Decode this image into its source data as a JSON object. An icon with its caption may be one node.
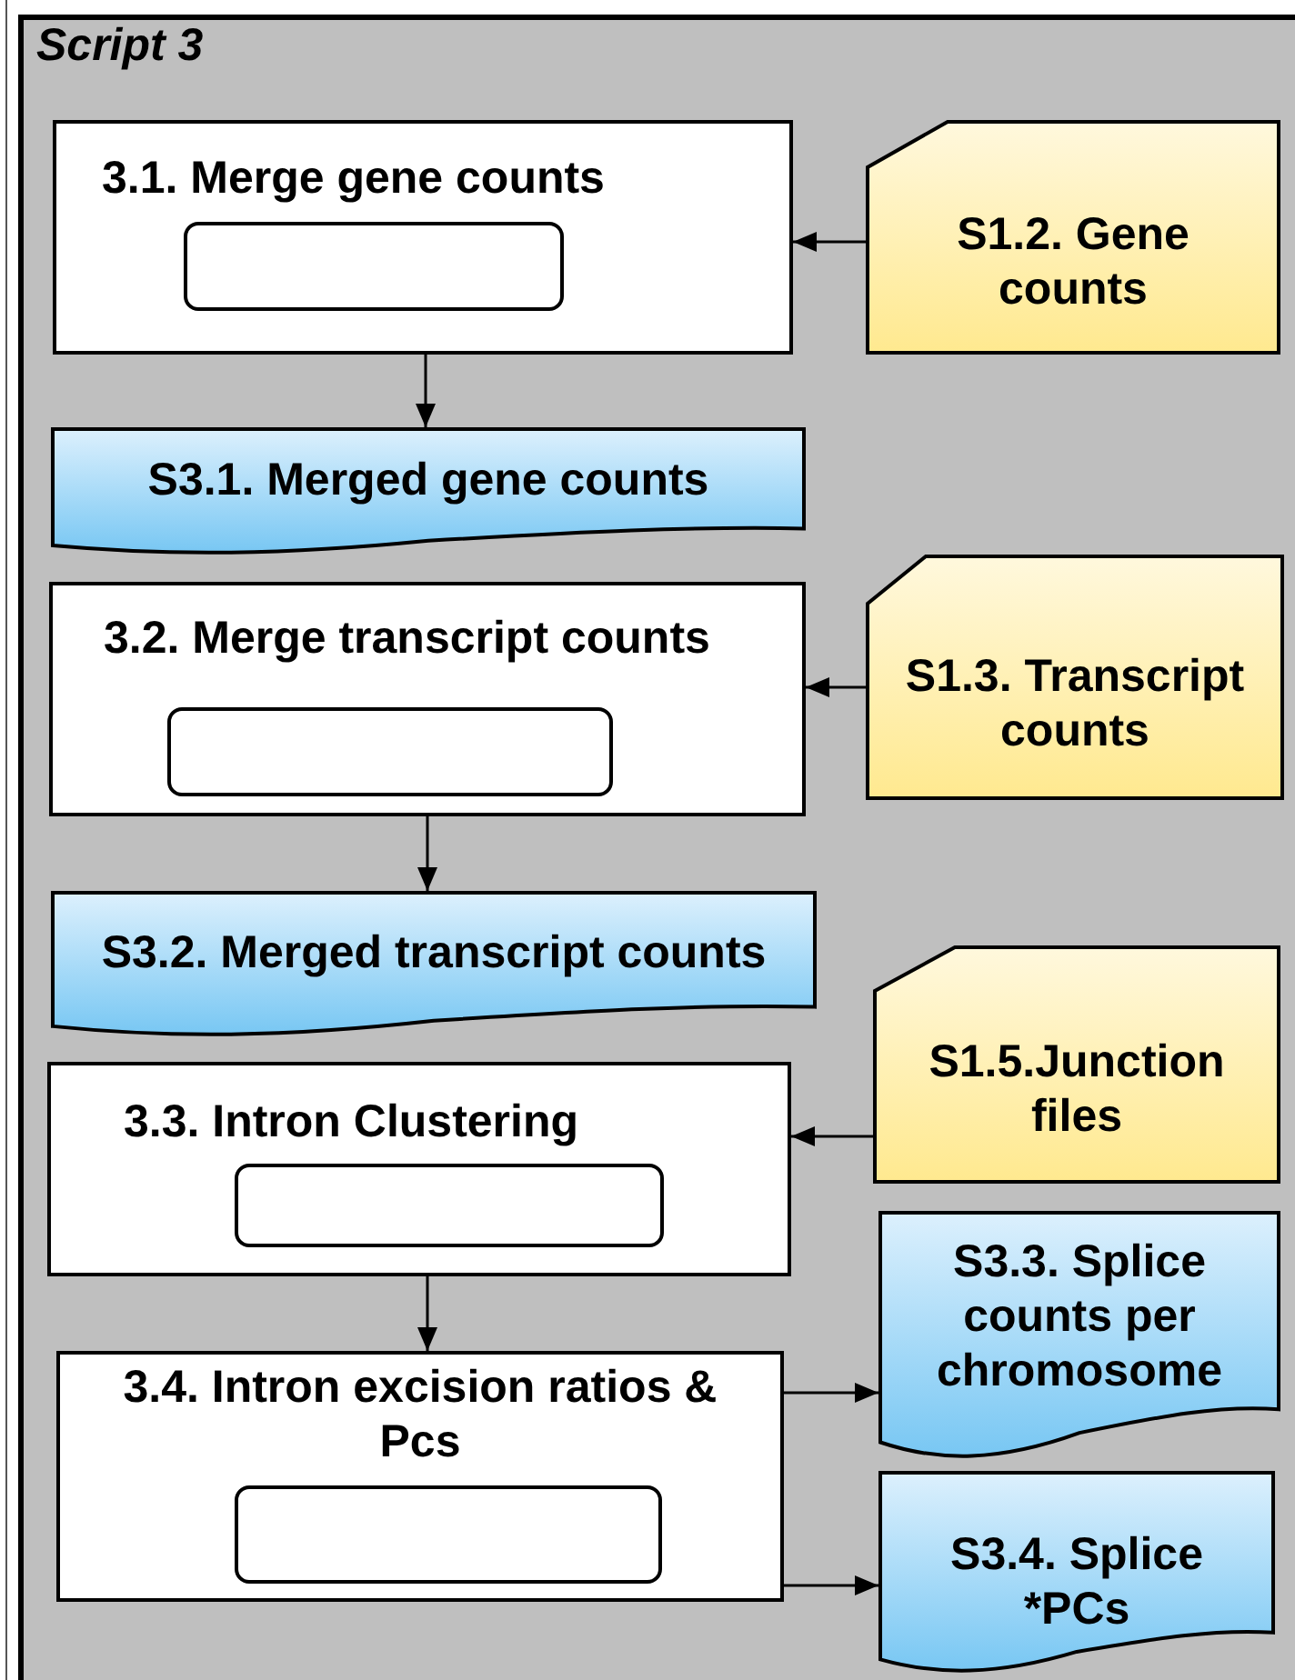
{
  "diagram": {
    "nodes": [
      {
        "text": [
          "Script 3"
        ]
      },
      {
        "text": [
          "3.1. Merge gene counts"
        ],
        "in": 0
      },
      {
        "text": [],
        "shape": "box",
        "in": 1
      },
      {
        "text": [
          "S1.2. Gene counts"
        ],
        "in": 0
      },
      {
        "text": [
          "S3.1. Merged gene counts"
        ],
        "in": 0
      },
      {
        "text": [
          "3.2. Merge transcript counts"
        ],
        "in": 0
      },
      {
        "text": [],
        "shape": "box",
        "in": 5
      },
      {
        "text": [
          "S1.3. Transcript counts"
        ],
        "in": 0
      },
      {
        "text": [
          "S3.2. Merged transcript counts"
        ],
        "in": 0
      },
      {
        "text": [
          "S1.5.Junction files"
        ],
        "in": 0
      },
      {
        "text": [
          "3.3. Intron Clustering"
        ],
        "in": 0
      },
      {
        "text": [],
        "shape": "box",
        "in": 10
      },
      {
        "text": [
          "S3.3. Splice counts per chromosome"
        ],
        "in": 0
      },
      {
        "text": [
          "3.4. Intron excision ratios & Pcs"
        ],
        "in": 0
      },
      {
        "text": [],
        "shape": "box",
        "in": 13
      },
      {
        "text": [
          "S3.4. Splice *PCs"
        ],
        "in": 0
      }
    ],
    "edges": [
      {
        "from": 3,
        "to": 1,
        "arrow": "to"
      },
      {
        "from": 1,
        "to": 4,
        "arrow": "to"
      },
      {
        "from": 7,
        "to": 5,
        "arrow": "to"
      },
      {
        "from": 5,
        "to": 8,
        "arrow": "to"
      },
      {
        "from": 9,
        "to": 10,
        "arrow": "to"
      },
      {
        "from": 10,
        "to": 13,
        "arrow": "to"
      },
      {
        "from": 13,
        "to": 12,
        "arrow": "to"
      },
      {
        "from": 13,
        "to": 15,
        "arrow": "to"
      }
    ]
  }
}
